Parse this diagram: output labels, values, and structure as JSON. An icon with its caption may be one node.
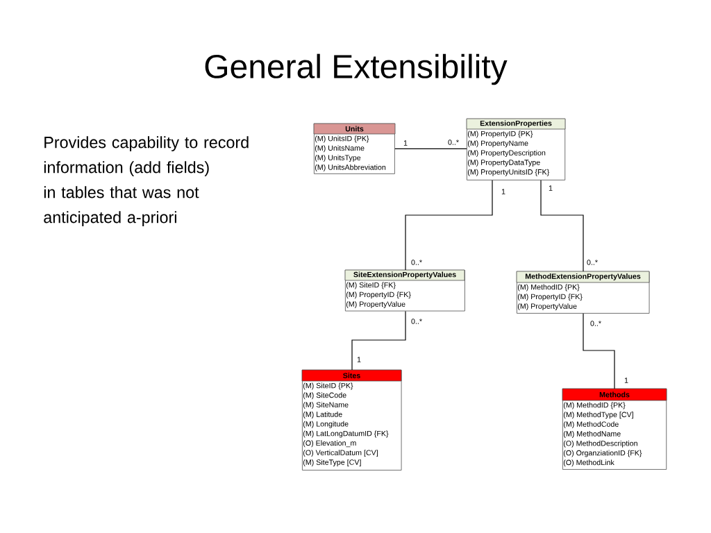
{
  "diagram": {
    "title": "General Extensibility",
    "nodes": [
      {
        "text": [
          "Units",
          "(M) UnitsID {PK}",
          "(M) UnitsName",
          "(M) UnitsType",
          "(M) UnitsAbbreviation"
        ]
      },
      {
        "text": [
          "ExtensionProperties",
          "(M) PropertyID {PK}",
          "(M) PropertyName",
          "(M) PropertyDescription",
          "(M) PropertyDataType",
          "(M) PropertyUnitsID {FK}"
        ]
      },
      {
        "text": [
          "SiteExtensionPropertyValues",
          "(M) SiteID {FK}",
          "(M) PropertyID {FK}",
          "(M) PropertyValue"
        ]
      },
      {
        "text": [
          "MethodExtensionPropertyValues",
          "(M) MethodID {PK}",
          "(M) PropertyID {FK}",
          "(M) PropertyValue"
        ]
      },
      {
        "text": [
          "Sites",
          "(M) SiteID {PK}",
          "(M) SiteCode",
          "(M) SiteName",
          "(M) Latitude",
          "(M) Longitude",
          "(M) LatLongDatumID {FK}",
          "(O) Elevation_m",
          "(O) VerticalDatum [CV]",
          "(M) SiteType [CV]"
        ]
      },
      {
        "text": [
          "Methods",
          "(M) MethodID {PK}",
          "(M) MethodType [CV]",
          "(M) MethodCode",
          "(M) MethodName",
          "(O) MethodDescription",
          "(O) OrganziationID {FK}",
          "(O) MethodLink"
        ]
      }
    ],
    "edges": [
      {
        "from": 0,
        "to": 1,
        "arrow": "none"
      },
      {
        "from": 1,
        "to": 2,
        "arrow": "none"
      },
      {
        "from": 1,
        "to": 3,
        "arrow": "none"
      },
      {
        "from": 2,
        "to": 4,
        "arrow": "none"
      },
      {
        "from": 3,
        "to": 5,
        "arrow": "none"
      }
    ],
    "labels": [
      "Provides capability to record information (add fields) in tables that was not anticipated a-priori",
      "1",
      "0..*",
      "1",
      "1",
      "0..*",
      "0..*",
      "0..*",
      "0..*",
      "1",
      "1"
    ]
  }
}
